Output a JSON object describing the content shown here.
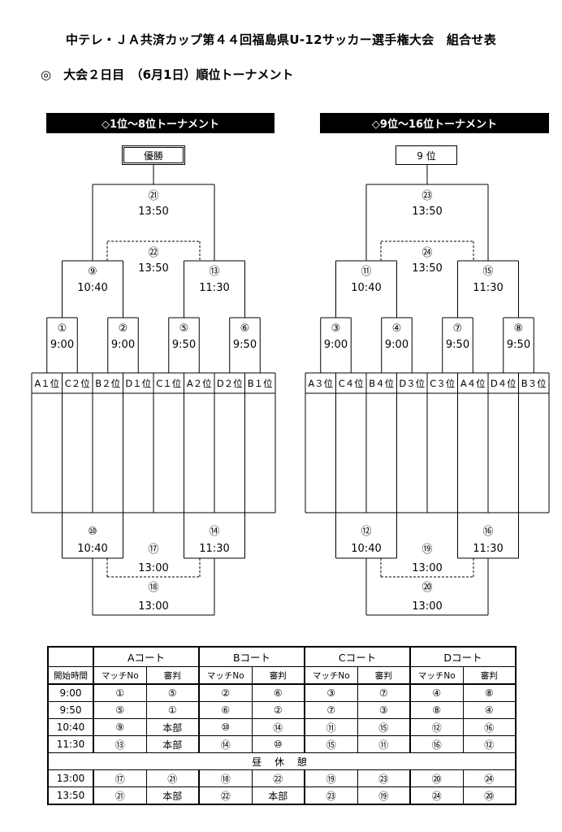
{
  "document": {
    "title": "中テレ・ＪＡ共済カップ第４４回福島県U-12サッカー選手権大会　組合せ表",
    "subtitle": "◎　大会２日目　（6月1日）順位トーナメント"
  },
  "brackets": [
    {
      "header": "◇1位～8位トーナメント",
      "top_label": "優勝",
      "teams": [
        "A１位",
        "C２位",
        "B２位",
        "D１位",
        "C１位",
        "A２位",
        "D２位",
        "B１位"
      ],
      "first_round": [
        {
          "no": "①",
          "time": "9:00"
        },
        {
          "no": "②",
          "time": "9:00"
        },
        {
          "no": "⑤",
          "time": "9:50"
        },
        {
          "no": "⑥",
          "time": "9:50"
        }
      ],
      "semis": [
        {
          "no": "⑨",
          "time": "10:40"
        },
        {
          "no": "⑬",
          "time": "11:30"
        }
      ],
      "final": {
        "no": "㉑",
        "time": "13:50"
      },
      "third_place": {
        "no": "㉒",
        "time": "13:50"
      },
      "losers_first": [
        {
          "no": "⑩",
          "time": "10:40"
        },
        {
          "no": "⑭",
          "time": "11:30"
        }
      ],
      "losers_final": {
        "no": "⑱",
        "time": "13:00"
      },
      "losers_third": {
        "no": "⑰",
        "time": "13:00"
      }
    },
    {
      "header": "◇9位～16位トーナメント",
      "top_label": "9 位",
      "teams": [
        "A３位",
        "C４位",
        "B４位",
        "D３位",
        "C３位",
        "A４位",
        "D４位",
        "B３位"
      ],
      "first_round": [
        {
          "no": "③",
          "time": "9:00"
        },
        {
          "no": "④",
          "time": "9:00"
        },
        {
          "no": "⑦",
          "time": "9:50"
        },
        {
          "no": "⑧",
          "time": "9:50"
        }
      ],
      "semis": [
        {
          "no": "⑪",
          "time": "10:40"
        },
        {
          "no": "⑮",
          "time": "11:30"
        }
      ],
      "final": {
        "no": "㉓",
        "time": "13:50"
      },
      "third_place": {
        "no": "㉔",
        "time": "13:50"
      },
      "losers_first": [
        {
          "no": "⑫",
          "time": "10:40"
        },
        {
          "no": "⑯",
          "time": "11:30"
        }
      ],
      "losers_final": {
        "no": "⑳",
        "time": "13:00"
      },
      "losers_third": {
        "no": "⑲",
        "time": "13:00"
      }
    }
  ],
  "schedule": {
    "courts": [
      "Aコート",
      "Bコート",
      "Cコート",
      "Dコート"
    ],
    "start_label": "開始時間",
    "match_label": "マッチNo",
    "ref_label": "審判",
    "lunch": "昼 休 憩",
    "rows_before_lunch": [
      {
        "time": "9:00",
        "cells": [
          "①",
          "⑤",
          "②",
          "⑥",
          "③",
          "⑦",
          "④",
          "⑧"
        ]
      },
      {
        "time": "9:50",
        "cells": [
          "⑤",
          "①",
          "⑥",
          "②",
          "⑦",
          "③",
          "⑧",
          "④"
        ]
      },
      {
        "time": "10:40",
        "cells": [
          "⑨",
          "本部",
          "⑩",
          "⑭",
          "⑪",
          "⑮",
          "⑫",
          "⑯"
        ]
      },
      {
        "time": "11:30",
        "cells": [
          "⑬",
          "本部",
          "⑭",
          "⑩",
          "⑮",
          "⑪",
          "⑯",
          "⑫"
        ]
      }
    ],
    "rows_after_lunch": [
      {
        "time": "13:00",
        "cells": [
          "⑰",
          "㉑",
          "⑱",
          "㉒",
          "⑲",
          "㉓",
          "⑳",
          "㉔"
        ]
      },
      {
        "time": "13:50",
        "cells": [
          "㉑",
          "本部",
          "㉒",
          "本部",
          "㉓",
          "⑲",
          "㉔",
          "⑳"
        ]
      }
    ]
  }
}
